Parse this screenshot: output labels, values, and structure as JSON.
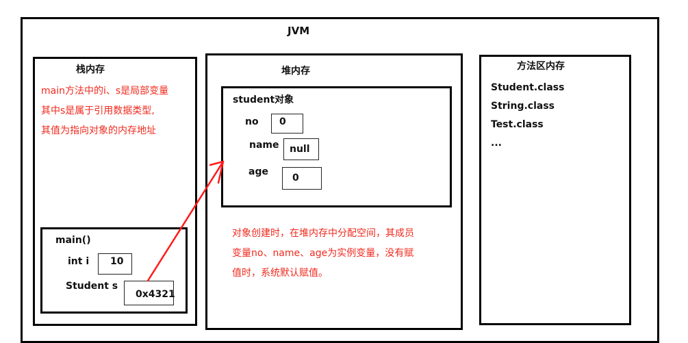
{
  "jvm": {
    "title": "JVM"
  },
  "stack": {
    "title": "栈内存",
    "note_lines": [
      "main方法中的i、s是局部变量",
      "其中s是属于引用数据类型,",
      "其值为指向对象的内存地址"
    ],
    "frame": {
      "title": "main()",
      "vars": [
        {
          "label": "int i",
          "value": "10"
        },
        {
          "label": "Student s",
          "value": "0x4321"
        }
      ]
    }
  },
  "heap": {
    "title": "堆内存",
    "object": {
      "title": "student对象",
      "fields": [
        {
          "label": "no",
          "value": "0"
        },
        {
          "label": "name",
          "value": "null"
        },
        {
          "label": "age",
          "value": "0"
        }
      ]
    },
    "note_lines": [
      "对象创建时，在堆内存中分配空间，其成员",
      "变量no、name、age为实例变量，没有赋",
      "值时，系统默认赋值。"
    ]
  },
  "method_area": {
    "title": "方法区内存",
    "items": [
      "Student.class",
      "String.class",
      "Test.class",
      "..."
    ]
  },
  "colors": {
    "annotation": "#f02a1e",
    "arrow": "#ff1a1a",
    "border": "#000000"
  },
  "arrow": {
    "from": "Student s reference (0x4321)",
    "to": "student对象"
  }
}
